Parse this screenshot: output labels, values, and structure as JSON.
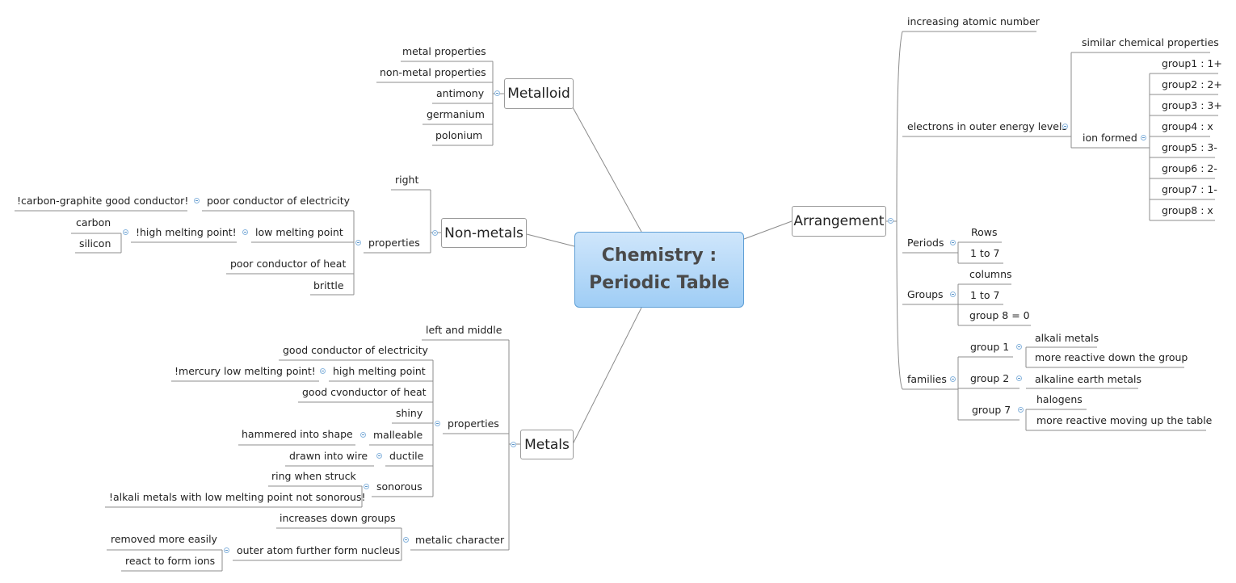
{
  "central": {
    "line1": "Chemistry :",
    "line2": "Periodic Table"
  },
  "metalloid": {
    "title": "Metalloid",
    "items": [
      "metal properties",
      "non-metal properties",
      "antimony",
      "germanium",
      "polonium"
    ]
  },
  "nonmetals": {
    "title": "Non-metals",
    "right": "right",
    "properties": "properties",
    "conductor_electricity": "poor conductor of electricity",
    "graphite_note": "!carbon-graphite good conductor!",
    "low_melting": "low  melting point",
    "high_melting_note": "!high melting point!",
    "carbon": "carbon",
    "silicon": "silicon",
    "conductor_heat": "poor conductor of heat",
    "brittle": "brittle"
  },
  "metals": {
    "title": "Metals",
    "left_middle": "left and middle",
    "properties": "properties",
    "good_conductor_electricity": "good conductor of electricity",
    "high_melting": "high melting point",
    "mercury_note": "!mercury low melting point!",
    "good_conductor_heat": "good cvonductor of heat",
    "shiny": "shiny",
    "malleable": "malleable",
    "hammered": "hammered into shape",
    "ductile": "ductile",
    "drawn": "drawn into wire",
    "sonorous": "sonorous",
    "ring": "ring when struck",
    "alkali_note": "!alkali metals with low melting point not sonorous!",
    "metalic_character": "metalic character",
    "increases_down": "increases down groups",
    "outer_atom": "outer atom further form nucleus",
    "removed": "removed more easily",
    "react": "react to form ions"
  },
  "arrangement": {
    "title": "Arrangement",
    "increasing": "increasing atomic number",
    "electrons": "electrons in outer energy levels",
    "similar": "similar chemical properties",
    "ion_formed": "ion formed",
    "groups_ions": [
      "group1 : 1+",
      "group2 : 2+",
      "group3 : 3+",
      "group4 : x",
      "group5 : 3-",
      "group6 : 2-",
      "group7 : 1-",
      "group8 : x"
    ],
    "periods": "Periods",
    "rows": "Rows",
    "periods_range": "1 to 7",
    "groups": "Groups",
    "columns": "columns",
    "groups_range": "1 to 7",
    "group8": "group 8 = 0",
    "families": "families",
    "group1": "group 1",
    "alkali": "alkali metals",
    "more_reactive_down": "more reactive down the group",
    "group2": "group 2",
    "alkaline": "alkaline earth metals",
    "group7": "group 7",
    "halogens": "halogens",
    "more_reactive_up": "more reactive moving up the table"
  }
}
